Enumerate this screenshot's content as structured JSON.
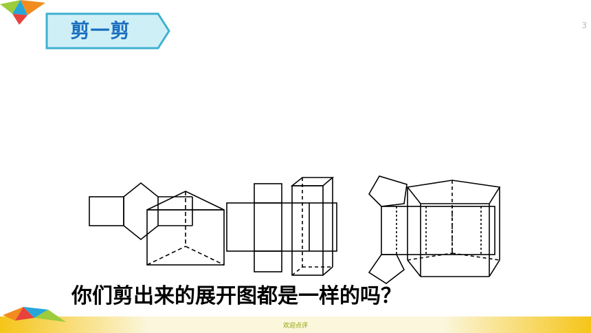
{
  "section_title": "剪一剪",
  "question": "你们剪出来的展开图都是一样的吗？",
  "footer_text": "欢迎点评",
  "corner_mark": "3",
  "colors": {
    "title_fill": "#cfeff7",
    "title_border": "#3fb0d0",
    "title_text": "#1a6fbf",
    "line": "#000000",
    "bar_yellow": "#f5c518",
    "bar_white": "#fbf6dc"
  }
}
